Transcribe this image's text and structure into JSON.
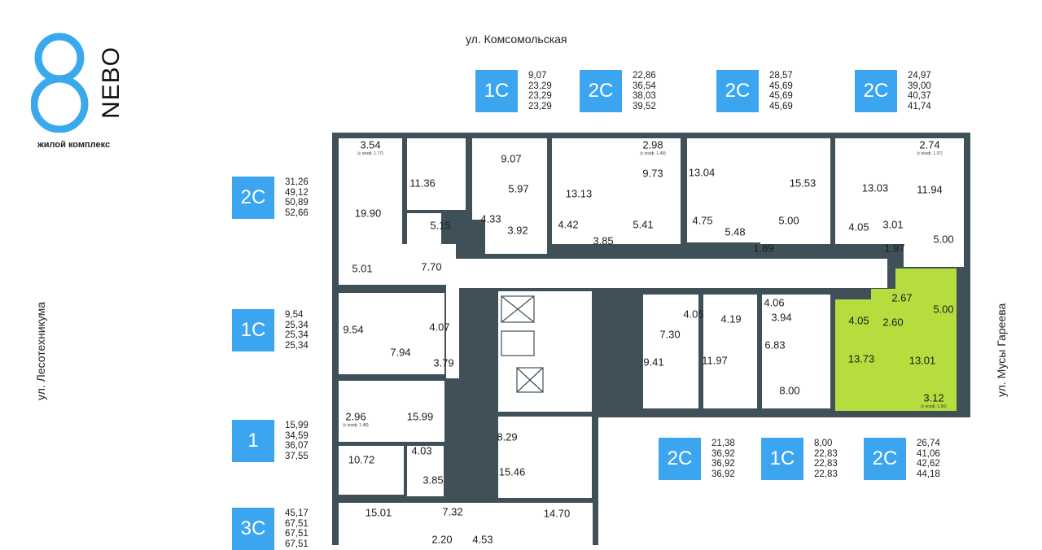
{
  "logo": {
    "brand": "NEBO",
    "subtitle": "жилой комплекс",
    "color": "#3aa9ec"
  },
  "streets": {
    "top": "ул. Комсомольская",
    "left": "ул. Лесотехникума",
    "right": "ул. Мусы Гареева"
  },
  "colors": {
    "wall": "#3f5058",
    "badge": "#3ba6ef",
    "highlight": "#b6dd3e"
  },
  "apartments": [
    {
      "type": "1С",
      "areas": [
        "9,07",
        "23,29",
        "23,29",
        "23,29"
      ]
    },
    {
      "type": "2С",
      "areas": [
        "22,86",
        "36,54",
        "38,03",
        "39,52"
      ]
    },
    {
      "type": "2С",
      "areas": [
        "28,57",
        "45,69",
        "45,69",
        "45,69"
      ]
    },
    {
      "type": "2С",
      "areas": [
        "24,97",
        "39,00",
        "40,37",
        "41,74"
      ]
    },
    {
      "type": "2С",
      "areas": [
        "31,26",
        "49,12",
        "50,89",
        "52,66"
      ]
    },
    {
      "type": "1С",
      "areas": [
        "9,54",
        "25,34",
        "25,34",
        "25,34"
      ]
    },
    {
      "type": "1",
      "areas": [
        "15,99",
        "34,59",
        "36,07",
        "37,55"
      ]
    },
    {
      "type": "3С",
      "areas": [
        "45,17",
        "67,51",
        "67,51",
        "67,51"
      ]
    },
    {
      "type": "2С",
      "areas": [
        "21,38",
        "36,92",
        "36,92",
        "36,92"
      ]
    },
    {
      "type": "1С",
      "areas": [
        "8,00",
        "22,83",
        "22,83",
        "22,83"
      ]
    },
    {
      "type": "2С",
      "areas": [
        "26,74",
        "41,06",
        "42,62",
        "44,18"
      ]
    }
  ],
  "rooms": [
    {
      "area": "3.54",
      "note": "(с коэф. 1.77)"
    },
    {
      "area": "19.90"
    },
    {
      "area": "11.36"
    },
    {
      "area": "5.15"
    },
    {
      "area": "5.01"
    },
    {
      "area": "7.70"
    },
    {
      "area": "9.07"
    },
    {
      "area": "5.97"
    },
    {
      "area": "4.33"
    },
    {
      "area": "3.92"
    },
    {
      "area": "4.42"
    },
    {
      "area": "13.13"
    },
    {
      "area": "3.85"
    },
    {
      "area": "2.98",
      "note": "(с коэф. 1.49)"
    },
    {
      "area": "9.73"
    },
    {
      "area": "5.41"
    },
    {
      "area": "13.04"
    },
    {
      "area": "15.53"
    },
    {
      "area": "4.75"
    },
    {
      "area": "5.00"
    },
    {
      "area": "5.48"
    },
    {
      "area": "1.89"
    },
    {
      "area": "13.03"
    },
    {
      "area": "2.74",
      "note": "(с коэф. 1.37)"
    },
    {
      "area": "11.94"
    },
    {
      "area": "4.05"
    },
    {
      "area": "3.01"
    },
    {
      "area": "1.97"
    },
    {
      "area": "5.00"
    },
    {
      "area": "4.05"
    },
    {
      "area": "4.19"
    },
    {
      "area": "7.30"
    },
    {
      "area": "9.41"
    },
    {
      "area": "11.97"
    },
    {
      "area": "4.06"
    },
    {
      "area": "3.94"
    },
    {
      "area": "6.83"
    },
    {
      "area": "8.00"
    },
    {
      "area": "2.67"
    },
    {
      "area": "5.00"
    },
    {
      "area": "4.05"
    },
    {
      "area": "2.60"
    },
    {
      "area": "13.73"
    },
    {
      "area": "13.01"
    },
    {
      "area": "3.12",
      "note": "(с коэф. 1.56)"
    },
    {
      "area": "4.07"
    },
    {
      "area": "9.54"
    },
    {
      "area": "7.94"
    },
    {
      "area": "3.79"
    },
    {
      "area": "2.96",
      "note": "(с коэф. 1.48)"
    },
    {
      "area": "15.99"
    },
    {
      "area": "4.03"
    },
    {
      "area": "10.72"
    },
    {
      "area": "3.85"
    },
    {
      "area": "8.29"
    },
    {
      "area": "15.46"
    },
    {
      "area": "15.01"
    },
    {
      "area": "7.32"
    },
    {
      "area": "14.70"
    },
    {
      "area": "2.20"
    },
    {
      "area": "4.53"
    }
  ]
}
